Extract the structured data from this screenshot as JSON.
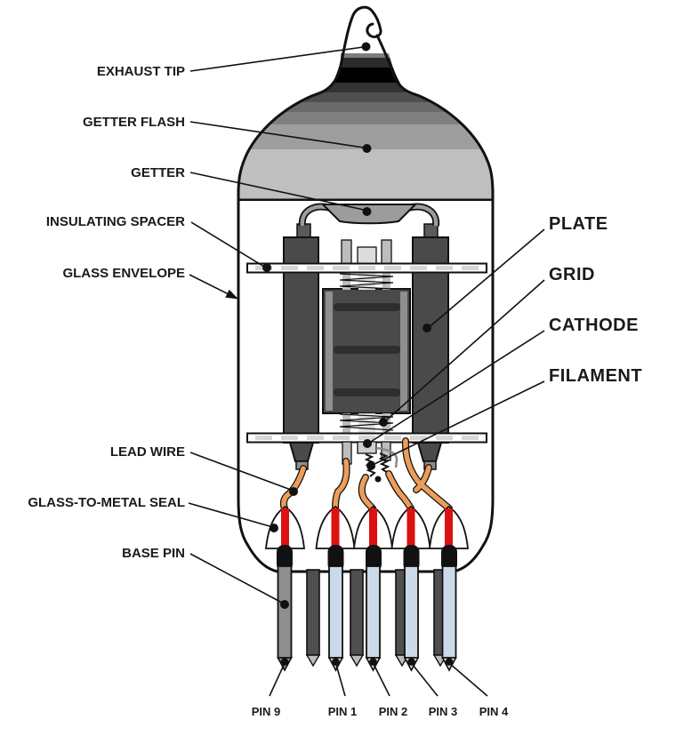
{
  "labels": {
    "left": [
      "EXHAUST TIP",
      "GETTER FLASH",
      "GETTER",
      "INSULATING SPACER",
      "GLASS ENVELOPE",
      "LEAD WIRE",
      "GLASS-TO-METAL SEAL",
      "BASE PIN"
    ],
    "right": [
      "PLATE",
      "GRID",
      "CATHODE",
      "FILAMENT"
    ],
    "pins": [
      "PIN 9",
      "PIN 1",
      "PIN 2",
      "PIN 3",
      "PIN 4"
    ]
  },
  "colors": {
    "outline": "#111111",
    "label_text": "#1a1a1a",
    "lead_wire_orange": "#EC9E58",
    "seal_wire_red": "#DD1111",
    "pin_metal_blue": "#CCD9E8",
    "pin9_gray": "#8F8F8F",
    "back_pin_gray": "#4F4F4F",
    "plate_gray": "#4A4A4A",
    "getter_gray": "#9C9C9C",
    "getter_flash_gray": "#BFBFBF",
    "mica_dash_gray": "#D6D6D6"
  }
}
